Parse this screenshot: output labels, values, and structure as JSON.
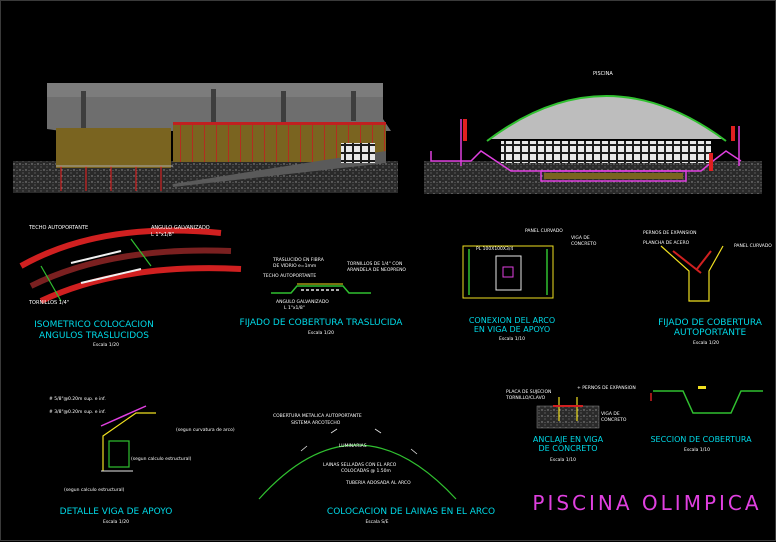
{
  "sheet": {
    "main_title": "PISCINA OLIMPICA",
    "elevation_label": "PISCINA"
  },
  "details": [
    {
      "title_lines": [
        "ISOMETRICO COLOCACION",
        "ANGULOS TRASLUCIDOS"
      ],
      "scale": "Escala 1/20",
      "notes": [
        "TECHO AUTOPORTANTE",
        "ANGULO GALVANIZADO",
        "L 1\"x1/8\"",
        "TORNILLOS 1/4\""
      ]
    },
    {
      "title_lines": [
        "FIJADO DE COBERTURA TRASLUCIDA"
      ],
      "scale": "Escala 1/20",
      "notes": [
        "TRASLUCIDO EN FIBRA",
        "DE VIDRIO e=1mm",
        "TORNILLOS DE 1/4\" CON",
        "ARANDELA DE NEOPRENO",
        "TECHO AUTOPORTANTE",
        "ANGULO GALVANIZADO",
        "L 1\"x1/8\""
      ]
    },
    {
      "title_lines": [
        "CONEXION DEL ARCO",
        "EN VIGA DE APOYO"
      ],
      "scale": "Escala 1/10",
      "notes": [
        "PANEL CURVADO",
        "PL 100X100X3/4",
        "VIGA DE",
        "CONCRETO"
      ]
    },
    {
      "title_lines": [
        "FIJADO DE COBERTURA",
        "AUTOPORTANTE"
      ],
      "scale": "Escala 1/20",
      "notes": [
        "PERNOS DE EXPANSION",
        "PLANCHA DE ACERO",
        "PANEL CURVADO"
      ]
    },
    {
      "title_lines": [
        "DETALLE VIGA DE APOYO"
      ],
      "scale": "Escala 1/20",
      "notes": [
        "# 5/8\"@0.20m sup. e inf.",
        "# 3/8\"@0.20m sup. e inf.",
        "(segun curvatura de arco)",
        "(segun calculo estructural)",
        "(segun calculo estructural)"
      ]
    },
    {
      "title_lines": [
        "COLOCACION DE LAINAS EN EL ARCO"
      ],
      "scale": "Escala S/E",
      "notes": [
        "COBERTURA METALICA AUTOPORTANTE",
        "SISTEMA ARCOTECHO",
        "LUMINARIAS",
        "LAINAS SELLADAS CON EL ARCO",
        "COLOCADAS @ 1.50m",
        "TUBERIA ADOSADA AL ARCO"
      ]
    },
    {
      "title_lines": [
        "ANCLAJE EN VIGA",
        "DE CONCRETO"
      ],
      "scale": "Escala 1/10",
      "notes": [
        "PLACA DE SUJECION",
        "+ PERNOS DE EXPANSION",
        "TORNILLO/CLAVO",
        "VIGA DE",
        "CONCRETO"
      ]
    },
    {
      "title_lines": [
        "SECCION DE COBERTURA"
      ],
      "scale": "Escala 1/10",
      "notes": []
    }
  ],
  "colors": {
    "background": "#000000",
    "title_cyan": "#00d8e6",
    "structure_magenta": "#e040e0",
    "arc_green": "#30c030",
    "accent_yellow": "#f0e020",
    "wall_brown": "#7a6420",
    "roof_gray": "#6e6e6e"
  }
}
